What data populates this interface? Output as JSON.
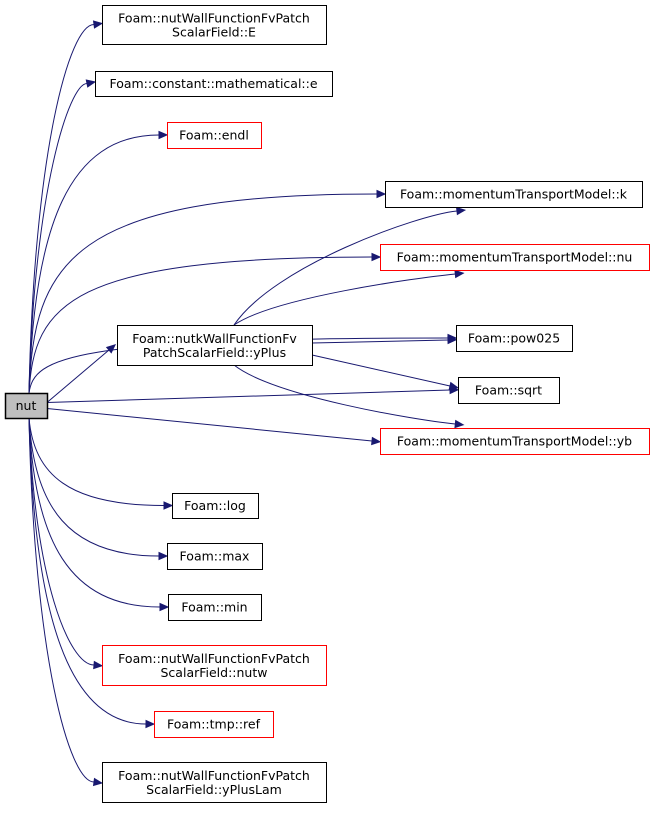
{
  "colors": {
    "edge": "#191970",
    "border": "#000000",
    "missing_border": "#ff0000",
    "root_fill": "#bfbfbf"
  },
  "nodes": {
    "nut": {
      "lines": [
        "nut"
      ],
      "root": true
    },
    "E": {
      "lines": [
        "Foam::nutWallFunctionFvPatch",
        "ScalarField::E"
      ]
    },
    "e": {
      "lines": [
        "Foam::constant::mathematical::e"
      ]
    },
    "endl": {
      "lines": [
        "Foam::endl"
      ],
      "red": true
    },
    "k": {
      "lines": [
        "Foam::momentumTransportModel::k"
      ]
    },
    "nu": {
      "lines": [
        "Foam::momentumTransportModel::nu"
      ],
      "red": true
    },
    "yPlus": {
      "lines": [
        "Foam::nutkWallFunctionFv",
        "PatchScalarField::yPlus"
      ]
    },
    "pow025": {
      "lines": [
        "Foam::pow025"
      ]
    },
    "sqrt": {
      "lines": [
        "Foam::sqrt"
      ]
    },
    "yb": {
      "lines": [
        "Foam::momentumTransportModel::yb"
      ],
      "red": true
    },
    "log": {
      "lines": [
        "Foam::log"
      ]
    },
    "max": {
      "lines": [
        "Foam::max"
      ]
    },
    "min": {
      "lines": [
        "Foam::min"
      ]
    },
    "nutw": {
      "lines": [
        "Foam::nutWallFunctionFvPatch",
        "ScalarField::nutw"
      ],
      "red": true
    },
    "ref": {
      "lines": [
        "Foam::tmp::ref"
      ],
      "red": true
    },
    "yPlusLam": {
      "lines": [
        "Foam::nutWallFunctionFvPatch",
        "ScalarField::yPlusLam"
      ]
    }
  },
  "edges": [
    [
      "nut",
      "E"
    ],
    [
      "nut",
      "e"
    ],
    [
      "nut",
      "endl"
    ],
    [
      "nut",
      "k"
    ],
    [
      "nut",
      "nu"
    ],
    [
      "nut",
      "pow025"
    ],
    [
      "nut",
      "yPlus"
    ],
    [
      "nut",
      "sqrt"
    ],
    [
      "nut",
      "yb"
    ],
    [
      "nut",
      "log"
    ],
    [
      "nut",
      "max"
    ],
    [
      "nut",
      "min"
    ],
    [
      "nut",
      "nutw"
    ],
    [
      "nut",
      "ref"
    ],
    [
      "nut",
      "yPlusLam"
    ],
    [
      "yPlus",
      "k"
    ],
    [
      "yPlus",
      "nu"
    ],
    [
      "yPlus",
      "pow025"
    ],
    [
      "yPlus",
      "sqrt"
    ],
    [
      "yPlus",
      "yb"
    ]
  ]
}
